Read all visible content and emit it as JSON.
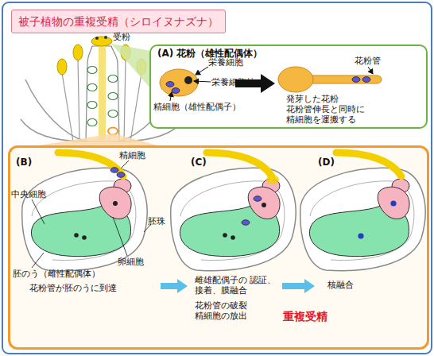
{
  "diagram": {
    "title": "被子植物の重複受精（シロイヌナズナ）",
    "nodes": [
      {
        "text": [
          "(A) 花粉（雄性配偶体）"
        ]
      },
      {
        "text": [
          "重複受精"
        ]
      },
      {
        "text": [
          "(B)",
          "花粉管が胚のうに到達"
        ],
        "in": 1
      },
      {
        "text": [
          "(C)",
          "雌雄配偶子の 認証、接着、膜融合",
          "花粉管の破裂 精細胞の放出"
        ],
        "in": 1
      },
      {
        "text": [
          "(D)",
          "核融合"
        ],
        "in": 1
      }
    ],
    "edges": [
      {
        "from": 2,
        "to": 3,
        "arrow": "to"
      },
      {
        "from": 3,
        "to": 4,
        "arrow": "to"
      }
    ],
    "labels": [
      "受粉",
      "栄養細胞",
      "栄養細胞核",
      "精細胞（雄性配偶子）",
      "花粉管",
      "発芽した花粉 花粉管伸長と同時に 精細胞を運搬する",
      "精細胞",
      "中央細胞",
      "胚のう（雌性配偶体）",
      "卵細胞",
      "胚珠"
    ]
  }
}
